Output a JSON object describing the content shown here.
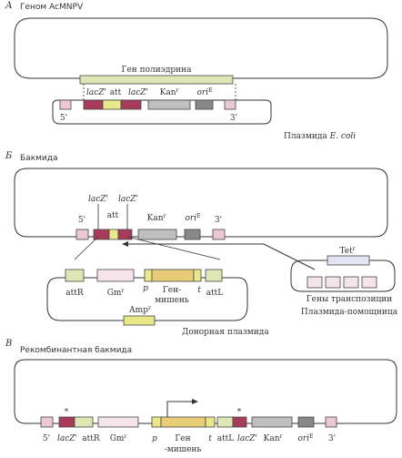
{
  "colors": {
    "outline": "#333333",
    "pink": "#ecc8d2",
    "maroon": "#a83a5a",
    "yellow": "#e9e88a",
    "gray": "#bfbfbf",
    "darkgray": "#888888",
    "green": "#dde7b5",
    "lightpink": "#f5e4ea",
    "tan": "#e8cc78",
    "lavender": "#e4e3f1"
  },
  "panels": {
    "a": {
      "letter": "А",
      "title": "Геном AcMNPV",
      "polyhedrin_gene": "Ген полиэдрина",
      "lacz_left": "lacZ'",
      "att": "att",
      "lacz_right": "lacZ'",
      "kan": "Kan",
      "kan_sup": "r",
      "ori": "ori",
      "ori_sup": "E",
      "five_prime": "5'",
      "three_prime": "3'",
      "plasmid_label": "Плазмида",
      "plasmid_species": "E. coli"
    },
    "b": {
      "letter": "Б",
      "title": "Бакмида",
      "lacz_left": "lacZ'",
      "lacz_right": "lacZ'",
      "att": "att",
      "kan": "Kan",
      "kan_sup": "r",
      "ori": "ori",
      "ori_sup": "E",
      "five_prime": "5'",
      "three_prime": "3'",
      "tet": "Tet",
      "tet_sup": "r",
      "transposition_genes": "Гены транспозиции",
      "helper_plasmid": "Плазмида-помощница",
      "attR": "attR",
      "gm": "Gm",
      "gm_sup": "r",
      "p": "p",
      "target_gene_line1": "Ген-",
      "target_gene_line2": "мишень",
      "t": "t",
      "attL": "attL",
      "amp": "Amp",
      "amp_sup": "r",
      "donor_plasmid": "Донорная плазмида"
    },
    "c": {
      "letter": "В",
      "title": "Рекомбинантная бакмида",
      "five_prime": "5'",
      "lacz_left": "lacZ'",
      "attR": "attR",
      "gm": "Gm",
      "gm_sup": "r",
      "p": "p",
      "target_gene_line1": "Ген",
      "target_gene_line2": "-мишень",
      "t": "t",
      "attL": "attL",
      "lacz_right": "lacZ'",
      "kan": "Kan",
      "kan_sup": "r",
      "ori": "ori",
      "ori_sup": "E",
      "three_prime": "3'",
      "asterisk_left": "*",
      "asterisk_right": "*"
    }
  }
}
